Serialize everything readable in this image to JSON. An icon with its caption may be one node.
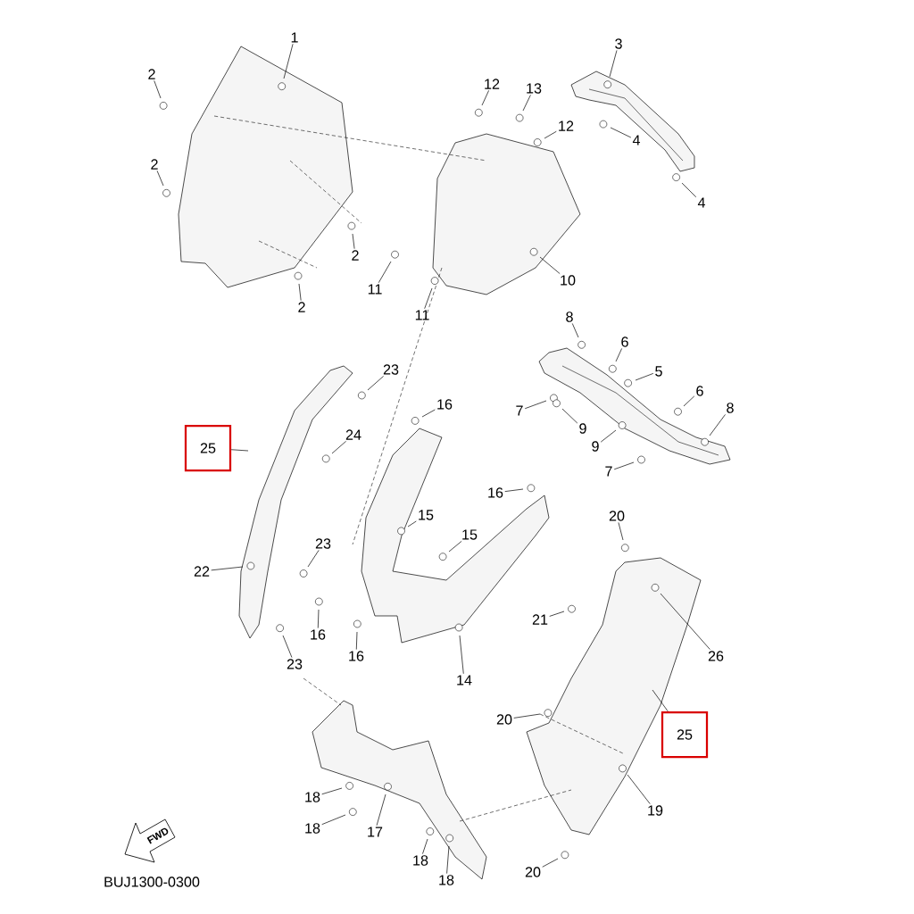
{
  "diagram": {
    "nodes": [
      {
        "text": [
          "1"
        ]
      },
      {
        "text": [
          "2"
        ]
      },
      {
        "text": [
          "2"
        ]
      },
      {
        "text": [
          "2"
        ]
      },
      {
        "text": [
          "2"
        ]
      },
      {
        "text": [
          "3"
        ]
      },
      {
        "text": [
          "12"
        ]
      },
      {
        "text": [
          "13"
        ]
      },
      {
        "text": [
          "12"
        ]
      },
      {
        "text": [
          "4"
        ]
      },
      {
        "text": [
          "4"
        ]
      },
      {
        "text": [
          "10"
        ]
      },
      {
        "text": [
          "11"
        ]
      },
      {
        "text": [
          "11"
        ]
      },
      {
        "text": [
          "8"
        ]
      },
      {
        "text": [
          "6"
        ]
      },
      {
        "text": [
          "5"
        ]
      },
      {
        "text": [
          "6"
        ]
      },
      {
        "text": [
          "8"
        ]
      },
      {
        "text": [
          "7"
        ]
      },
      {
        "text": [
          "9"
        ]
      },
      {
        "text": [
          "9"
        ]
      },
      {
        "text": [
          "7"
        ]
      },
      {
        "text": [
          "23"
        ]
      },
      {
        "text": [
          "16"
        ]
      },
      {
        "text": [
          "24"
        ]
      },
      {
        "text": [
          "25"
        ]
      },
      {
        "text": [
          "16"
        ]
      },
      {
        "text": [
          "15"
        ]
      },
      {
        "text": [
          "15"
        ]
      },
      {
        "text": [
          "23"
        ]
      },
      {
        "text": [
          "22"
        ]
      },
      {
        "text": [
          "20"
        ]
      },
      {
        "text": [
          "21"
        ]
      },
      {
        "text": [
          "26"
        ]
      },
      {
        "text": [
          "16"
        ]
      },
      {
        "text": [
          "16"
        ]
      },
      {
        "text": [
          "23"
        ]
      },
      {
        "text": [
          "14"
        ]
      },
      {
        "text": [
          "25"
        ]
      },
      {
        "text": [
          "20"
        ]
      },
      {
        "text": [
          "19"
        ]
      },
      {
        "text": [
          "18"
        ]
      },
      {
        "text": [
          "18"
        ]
      },
      {
        "text": [
          "17"
        ]
      },
      {
        "text": [
          "18"
        ]
      },
      {
        "text": [
          "18"
        ]
      },
      {
        "text": [
          "20"
        ]
      }
    ],
    "edges": [
      {
        "from": 0,
        "to": null,
        "arrow": "none"
      },
      {
        "from": 1,
        "to": null,
        "arrow": "none"
      },
      {
        "from": 2,
        "to": null,
        "arrow": "none"
      },
      {
        "from": 3,
        "to": null,
        "arrow": "none"
      },
      {
        "from": 4,
        "to": null,
        "arrow": "none"
      },
      {
        "from": 5,
        "to": null,
        "arrow": "none"
      },
      {
        "from": 6,
        "to": null,
        "arrow": "none"
      },
      {
        "from": 7,
        "to": null,
        "arrow": "none"
      },
      {
        "from": 8,
        "to": null,
        "arrow": "none"
      },
      {
        "from": 9,
        "to": null,
        "arrow": "none"
      },
      {
        "from": 10,
        "to": null,
        "arrow": "none"
      },
      {
        "from": 11,
        "to": null,
        "arrow": "none"
      },
      {
        "from": 12,
        "to": null,
        "arrow": "none"
      },
      {
        "from": 13,
        "to": null,
        "arrow": "none"
      },
      {
        "from": 14,
        "to": null,
        "arrow": "none"
      },
      {
        "from": 15,
        "to": null,
        "arrow": "none"
      },
      {
        "from": 16,
        "to": null,
        "arrow": "none"
      },
      {
        "from": 17,
        "to": null,
        "arrow": "none"
      },
      {
        "from": 18,
        "to": null,
        "arrow": "none"
      },
      {
        "from": 19,
        "to": null,
        "arrow": "none"
      },
      {
        "from": 20,
        "to": null,
        "arrow": "none"
      },
      {
        "from": 21,
        "to": null,
        "arrow": "none"
      },
      {
        "from": 22,
        "to": null,
        "arrow": "none"
      },
      {
        "from": 23,
        "to": null,
        "arrow": "none"
      },
      {
        "from": 24,
        "to": null,
        "arrow": "none"
      },
      {
        "from": 25,
        "to": null,
        "arrow": "none"
      },
      {
        "from": 26,
        "to": null,
        "arrow": "none"
      },
      {
        "from": 27,
        "to": null,
        "arrow": "none"
      },
      {
        "from": 28,
        "to": null,
        "arrow": "none"
      },
      {
        "from": 29,
        "to": null,
        "arrow": "none"
      },
      {
        "from": 30,
        "to": null,
        "arrow": "none"
      },
      {
        "from": 31,
        "to": null,
        "arrow": "none"
      },
      {
        "from": 32,
        "to": null,
        "arrow": "none"
      },
      {
        "from": 33,
        "to": null,
        "arrow": "none"
      },
      {
        "from": 34,
        "to": null,
        "arrow": "none"
      },
      {
        "from": 35,
        "to": null,
        "arrow": "none"
      },
      {
        "from": 36,
        "to": null,
        "arrow": "none"
      },
      {
        "from": 37,
        "to": null,
        "arrow": "none"
      },
      {
        "from": 38,
        "to": null,
        "arrow": "none"
      },
      {
        "from": 39,
        "to": null,
        "arrow": "none"
      },
      {
        "from": 40,
        "to": null,
        "arrow": "none"
      },
      {
        "from": 41,
        "to": null,
        "arrow": "none"
      },
      {
        "from": 42,
        "to": null,
        "arrow": "none"
      },
      {
        "from": 43,
        "to": null,
        "arrow": "none"
      },
      {
        "from": 44,
        "to": null,
        "arrow": "none"
      },
      {
        "from": 45,
        "to": null,
        "arrow": "none"
      },
      {
        "from": 46,
        "to": null,
        "arrow": "none"
      },
      {
        "from": 47,
        "to": null,
        "arrow": "none"
      }
    ],
    "labels": [
      "FWD",
      "BUJ1300-0300"
    ]
  }
}
